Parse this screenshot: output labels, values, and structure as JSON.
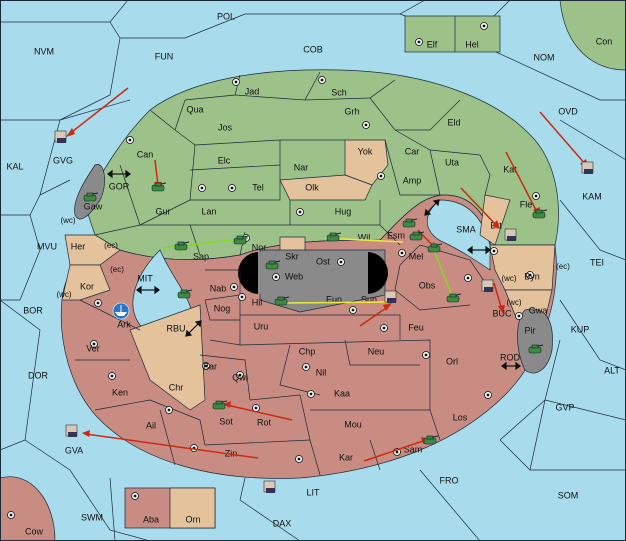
{
  "colors": {
    "sea": "#a8dcec",
    "green_power": "#9cc28a",
    "red_power": "#c98c82",
    "neutral": "#e3c29c",
    "impassable": "#8a8a8a",
    "order_move": "#cc2a10",
    "order_support": "#7fdc1e",
    "order_convoy": "#e9e93a",
    "army": "#3e8a3e",
    "fleet": "#2a76c9"
  },
  "sea_labels": {
    "pol": "POL",
    "nvm": "NVM",
    "fun": "FUN",
    "cob": "COB",
    "nom": "NOM",
    "con": "Con",
    "ovd": "OVD",
    "kal": "KAL",
    "kam": "KAM",
    "mvu": "MVU",
    "tei": "TEI",
    "bor": "BOR",
    "kup": "KUP",
    "dor": "DOR",
    "alt": "ALT",
    "gvp": "GVP",
    "gva": "GVA",
    "fro": "FRO",
    "som": "SOM",
    "swm": "SWM",
    "lit": "LIT",
    "dax": "DAX",
    "sma": "SMA",
    "gvg": "GVG",
    "gor": "GOR",
    "mit": "MIT",
    "rbu": "RBU",
    "buc": "BUC",
    "rod": "ROD",
    "cow": "Cow"
  },
  "land_labels": {
    "jad": "Jad",
    "sch": "Sch",
    "qua": "Qua",
    "jos": "Jos",
    "grh": "Grh",
    "eld": "Eld",
    "can": "Can",
    "elc": "Elc",
    "nar": "Nar",
    "yok": "Yok",
    "car": "Car",
    "uta": "Uta",
    "kat": "Kat",
    "tel": "Tel",
    "olk": "Olk",
    "amp": "Amp",
    "gur": "Gur",
    "lan": "Lan",
    "hug": "Hug",
    "fle": "Fle",
    "gaw": "Gaw",
    "brt": "Brt",
    "her": "Her",
    "wil": "Wil",
    "esm": "Esm",
    "sap": "Sap",
    "nor": "Nor",
    "skr": "Skr",
    "ost": "Ost",
    "web": "Web",
    "mel": "Mel",
    "byn": "Byn",
    "kor": "Kor",
    "nab": "Nab",
    "obs": "Obs",
    "gwa": "Gwa",
    "nog": "Nog",
    "hil": "Hil",
    "eun": "Eun",
    "sun": "Sun",
    "ark": "Ark",
    "pir": "Pir",
    "uru": "Uru",
    "feu": "Feu",
    "ver": "Ver",
    "chp": "Chp",
    "neu": "Neu",
    "bar": "Bar",
    "qwi": "Qwi",
    "orl": "Orl",
    "nil": "Nil",
    "ken": "Ken",
    "chr": "Chr",
    "kaa": "Kaa",
    "sot": "Sot",
    "rot": "Rot",
    "ail": "Ail",
    "mou": "Mou",
    "los": "Los",
    "zin": "Zin",
    "kar": "Kar",
    "sam": "Sam",
    "elf": "Elf",
    "hel": "Hel",
    "aba": "Aba",
    "orn": "Orn"
  },
  "coast_markers": {
    "wc1": "(wc)",
    "ec1": "(ec)",
    "ec2": "(ec)",
    "wc2": "(wc)",
    "wc3": "(wc)",
    "ec3": "(ec)",
    "wc4": "(wc)"
  }
}
